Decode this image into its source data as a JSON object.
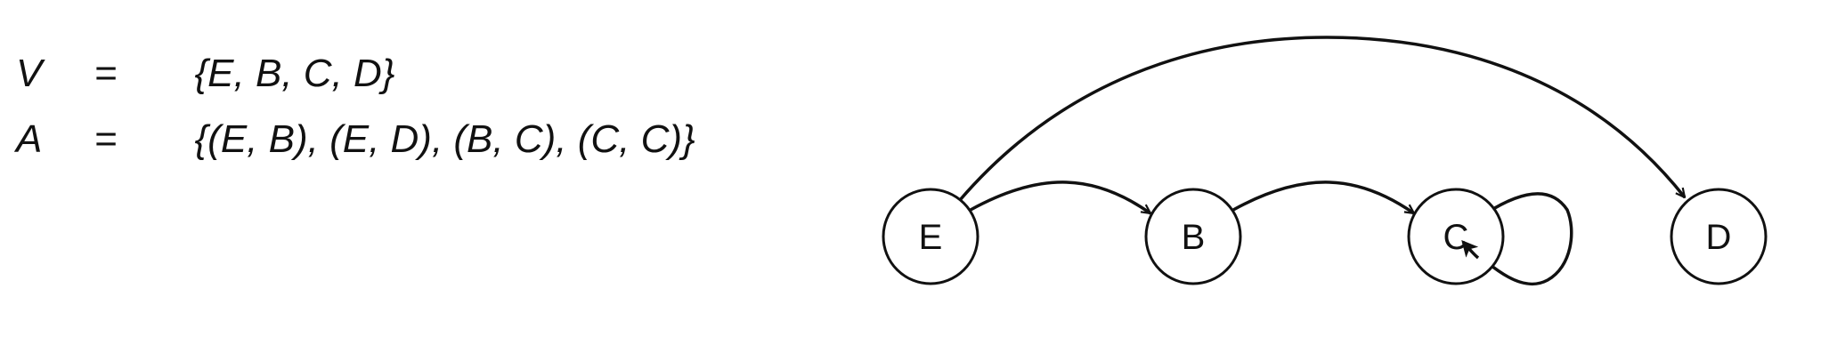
{
  "equations": {
    "vertices": {
      "lhs": "V",
      "op": "=",
      "rhs": "{E, B, C, D}"
    },
    "arcs": {
      "lhs": "A",
      "op": "=",
      "rhs": "{(E, B), (E, D), (B, C), (C, C)}"
    }
  },
  "graph": {
    "nodes": [
      {
        "id": "E",
        "label": "E"
      },
      {
        "id": "B",
        "label": "B"
      },
      {
        "id": "C",
        "label": "C"
      },
      {
        "id": "D",
        "label": "D"
      }
    ],
    "edges": [
      {
        "from": "E",
        "to": "B"
      },
      {
        "from": "E",
        "to": "D"
      },
      {
        "from": "B",
        "to": "C"
      },
      {
        "from": "C",
        "to": "C"
      }
    ]
  }
}
